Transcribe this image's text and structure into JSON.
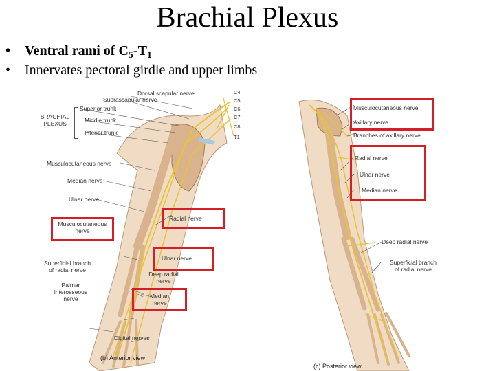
{
  "slide": {
    "title": "Brachial Plexus",
    "bullet_marker": "•",
    "bullets": [
      {
        "prefix": "Ventral rami of C",
        "sub1": "5",
        "mid": "-T",
        "sub2": "1"
      },
      {
        "text": "Innervates pectoral girdle and upper limbs"
      }
    ]
  },
  "anterior": {
    "caption": "(b) Anterior view",
    "labels": {
      "dorsal_scapular": "Dorsal scapular nerve",
      "suprascapular": "Suprascapular nerve",
      "superior_trunk": "Superior trunk",
      "brachial_plexus": "BRACHIAL\nPLEXUS",
      "middle_trunk": "Middle trunk",
      "inferior_trunk": "Inferior trunk",
      "c4": "C4",
      "c5": "C5",
      "c6": "C6",
      "c7": "C7",
      "c8": "C8",
      "t1": "T1",
      "musculocutaneous": "Musculocutaneous nerve",
      "median": "Median nerve",
      "ulnar": "Ulnar nerve",
      "radial": "Radial nerve",
      "musculocutaneous_boxed": "Musculocutaneous\nnerve",
      "ulnar_boxed": "Ulnar nerve",
      "superficial_branch_radial": "Superficial branch\nof radial nerve",
      "deep_radial": "Deep radial\nnerve",
      "palmar_interosseous": "Palmar\ninterosseous\nnerve",
      "median_boxed": "Median\nnerve",
      "digital": "Digital nerves"
    }
  },
  "posterior": {
    "caption": "(c) Posterior view",
    "labels": {
      "musculocutaneous": "Musculocutaneous nerve",
      "axillary": "Axillary nerve",
      "branches_axillary": "Branches of axillary nerve",
      "radial": "Radial nerve",
      "ulnar": "Ulnar nerve",
      "median": "Median nerve",
      "deep_radial": "Deep radial nerve",
      "superficial_branch_radial": "Superficial branch\nof radial nerve"
    }
  },
  "colors": {
    "highlight_box": "#d51f26",
    "nerve": "#e9c33a",
    "bone": "#d9b28e",
    "skin": "#f0dcc4"
  }
}
